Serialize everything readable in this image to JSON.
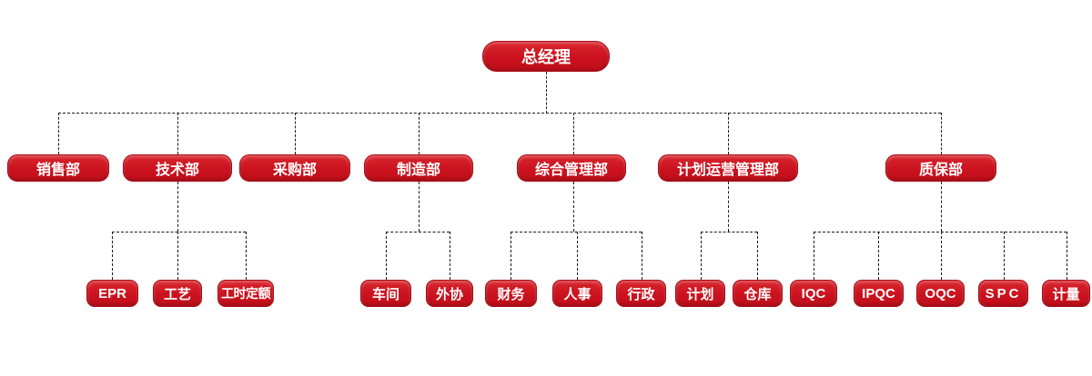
{
  "diagram": {
    "type": "org-chart",
    "root": {
      "label": "总经理"
    },
    "level2": [
      {
        "label": "销售部"
      },
      {
        "label": "技术部"
      },
      {
        "label": "采购部"
      },
      {
        "label": "制造部"
      },
      {
        "label": "综合管理部"
      },
      {
        "label": "计划运营管理部"
      },
      {
        "label": "质保部"
      }
    ],
    "level3": [
      {
        "label": "EPR",
        "parent": "技术部"
      },
      {
        "label": "工艺",
        "parent": "技术部"
      },
      {
        "label": "工时定额",
        "parent": "技术部"
      },
      {
        "label": "车间",
        "parent": "制造部"
      },
      {
        "label": "外协",
        "parent": "制造部"
      },
      {
        "label": "财务",
        "parent": "综合管理部"
      },
      {
        "label": "人事",
        "parent": "综合管理部"
      },
      {
        "label": "行政",
        "parent": "综合管理部"
      },
      {
        "label": "计划",
        "parent": "计划运营管理部"
      },
      {
        "label": "仓库",
        "parent": "计划运营管理部"
      },
      {
        "label": "IQC",
        "parent": "质保部"
      },
      {
        "label": "IPQC",
        "parent": "质保部"
      },
      {
        "label": "OQC",
        "parent": "质保部"
      },
      {
        "label": "SPC",
        "parent": "质保部"
      },
      {
        "label": "计量",
        "parent": "质保部"
      }
    ],
    "colors": {
      "node_fill": "#cb121e",
      "node_fill_light": "#d8262e",
      "node_border": "#a90d17",
      "node_text": "#ffffff",
      "connector": "#1a1a1a",
      "background": "#ffffff"
    }
  }
}
